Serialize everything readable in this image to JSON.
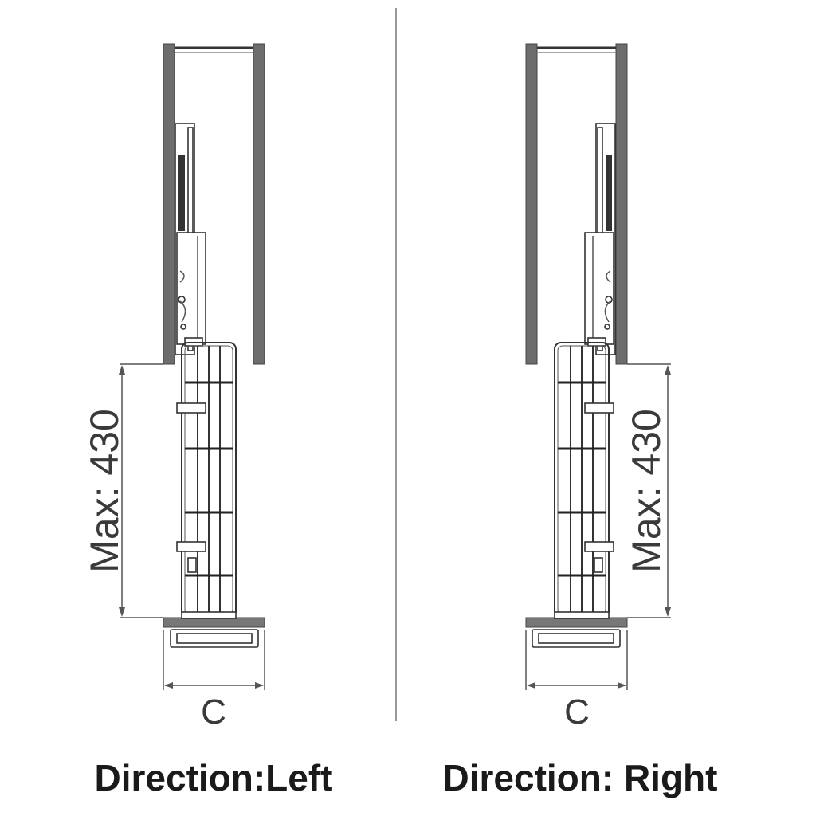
{
  "panels": [
    {
      "dimension_label": "Max: 430",
      "width_label": "C",
      "caption": "Direction:Left"
    },
    {
      "dimension_label": "Max: 430",
      "width_label": "C",
      "caption": "Direction: Right"
    }
  ],
  "colors": {
    "cabinet_side": "#6d6d6d",
    "base_plate": "#777777",
    "line": "#333333",
    "divider": "#999999"
  }
}
